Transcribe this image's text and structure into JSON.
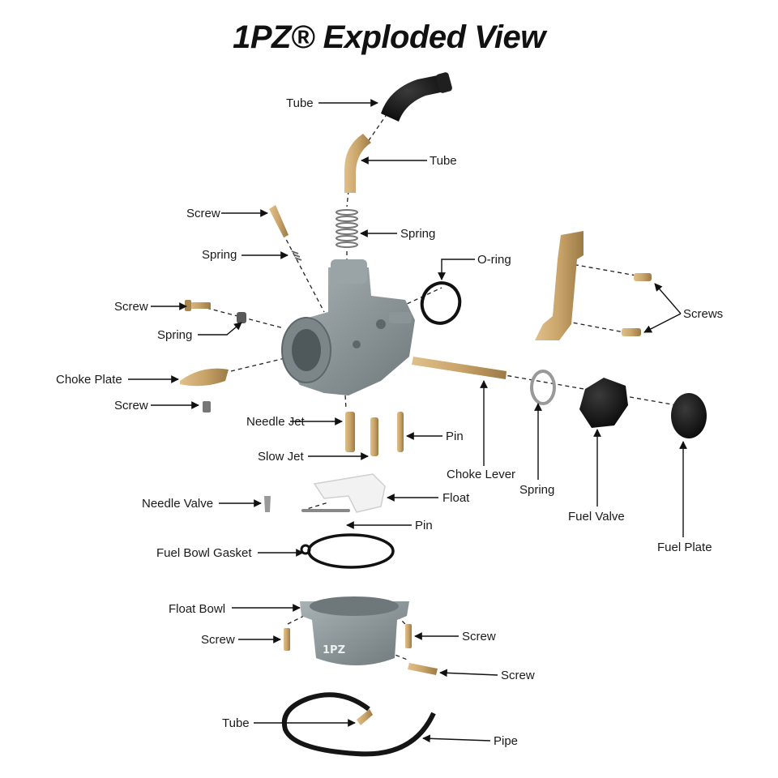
{
  "title": "1PZ® Exploded View",
  "brand_mark": "1PZ",
  "colors": {
    "body_gray": "#8a9496",
    "brass": "#c9a46a",
    "black_part": "#141414",
    "white_float": "#f2f2f2",
    "line": "#111111"
  },
  "labels": {
    "tube_top": "Tube",
    "tube_brass": "Tube",
    "screw_idle": "Screw",
    "spring_throttle": "Spring",
    "spring_idle": "Spring",
    "o_ring": "O-ring",
    "screw_air": "Screw",
    "spring_air": "Spring",
    "screws_lever": "Screws",
    "choke_plate": "Choke Plate",
    "screw_choke": "Screw",
    "needle_jet": "Needle Jet",
    "pin_jet": "Pin",
    "slow_jet": "Slow Jet",
    "choke_lever": "Choke Lever",
    "spring_valve": "Spring",
    "needle_valve": "Needle Valve",
    "float": "Float",
    "fuel_valve": "Fuel Valve",
    "pin_float": "Pin",
    "fuel_plate": "Fuel Plate",
    "fuel_bowl_gasket": "Fuel Bowl Gasket",
    "float_bowl": "Float Bowl",
    "screw_bowl_left": "Screw",
    "screw_bowl_right": "Screw",
    "screw_drain": "Screw",
    "tube_bottom": "Tube",
    "pipe": "Pipe"
  }
}
